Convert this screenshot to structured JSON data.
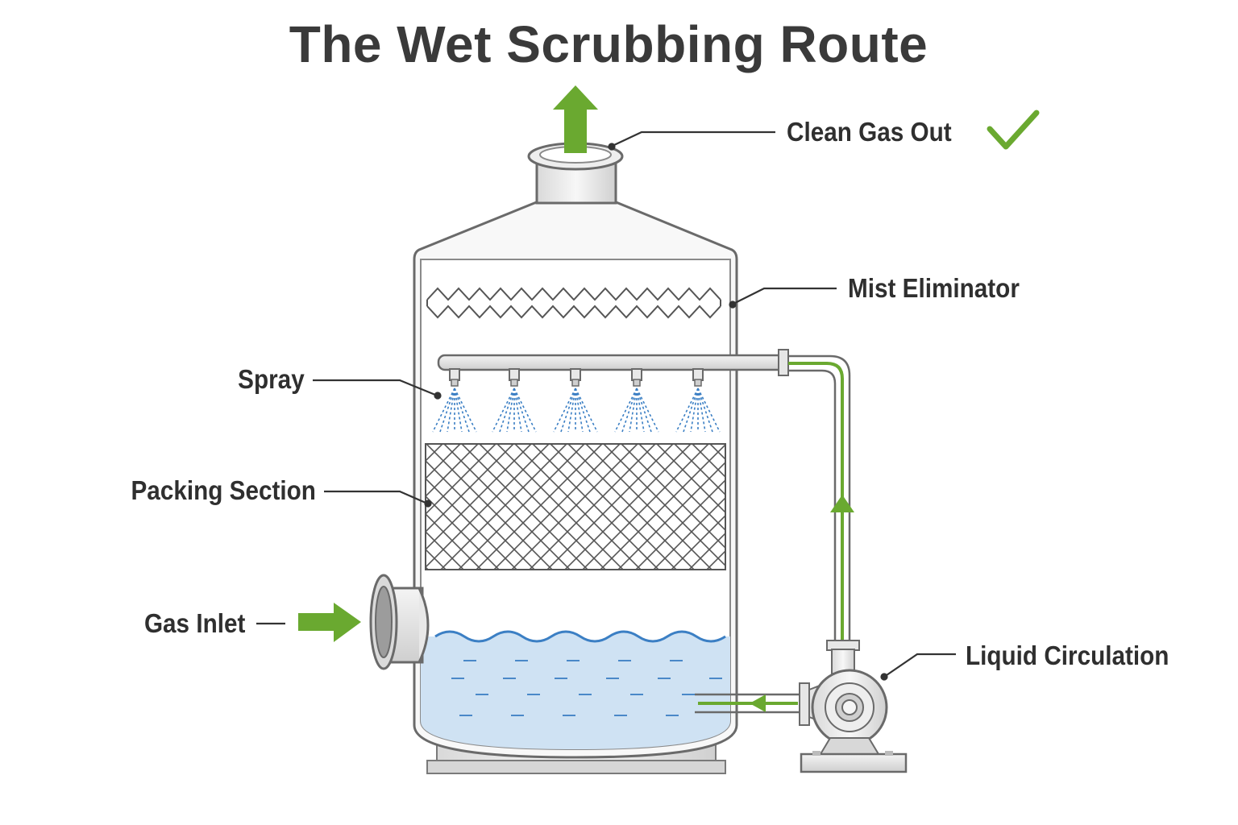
{
  "title": "The Wet Scrubbing Route",
  "labels": {
    "clean_gas_out": "Clean Gas Out",
    "mist_eliminator": "Mist Eliminator",
    "spray": "Spray",
    "packing_section": "Packing Section",
    "gas_inlet": "Gas Inlet",
    "liquid_circulation": "Liquid Circulation"
  },
  "icons": [
    "check-icon",
    "up-arrow-icon",
    "right-arrow-icon",
    "flow-arrow-icon",
    "pump-icon"
  ],
  "colors": {
    "flow_arrow": "#6aa930",
    "vessel_outline": "#5e5e5e",
    "liquid": "#cfe2f3",
    "liquid_surface": "#3b7fc4",
    "spray": "#3b7fc4"
  }
}
